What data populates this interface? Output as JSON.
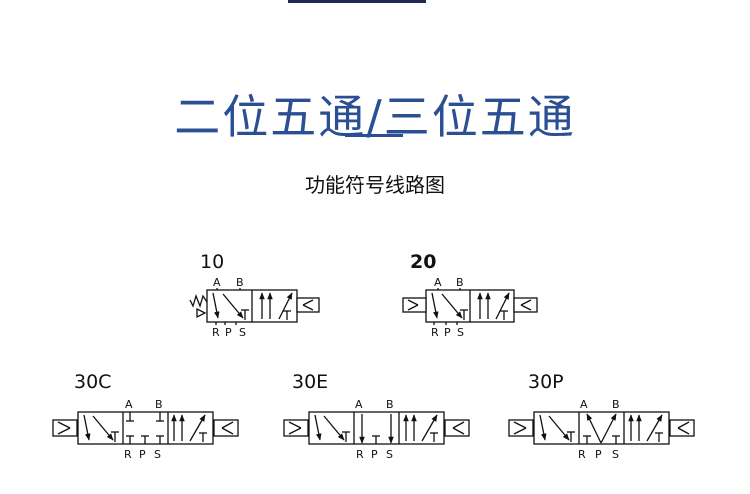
{
  "header": {
    "title": "二位五通/三位五通",
    "subtitle": "功能符号线路图"
  },
  "symbols": [
    {
      "code": "10",
      "ports_top": [
        "A",
        "B"
      ],
      "ports_bottom": [
        "R",
        "P",
        "S"
      ]
    },
    {
      "code": "20",
      "ports_top": [
        "A",
        "B"
      ],
      "ports_bottom": [
        "R",
        "P",
        "S"
      ]
    },
    {
      "code": "30C",
      "ports_top": [
        "A",
        "B"
      ],
      "ports_bottom": [
        "R",
        "P",
        "S"
      ]
    },
    {
      "code": "30E",
      "ports_top": [
        "A",
        "B"
      ],
      "ports_bottom": [
        "R",
        "P",
        "S"
      ]
    },
    {
      "code": "30P",
      "ports_top": [
        "A",
        "B"
      ],
      "ports_bottom": [
        "R",
        "P",
        "S"
      ]
    }
  ],
  "colors": {
    "title": "#2b4f93",
    "text": "#111111"
  }
}
